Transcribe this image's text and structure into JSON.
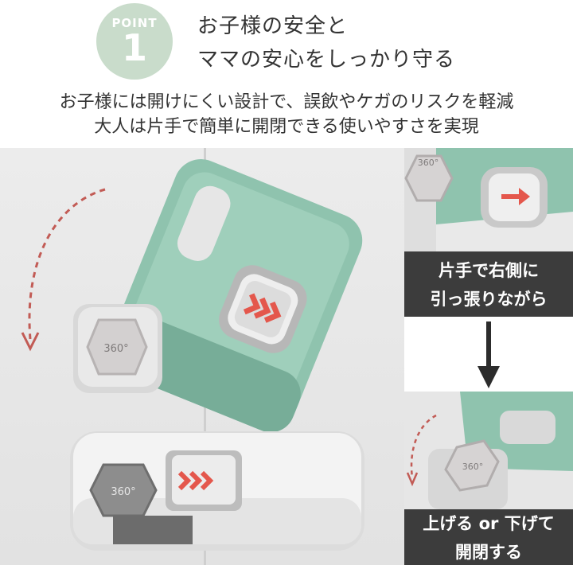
{
  "badge": {
    "word": "POINT",
    "number": "1"
  },
  "headline": {
    "line1": "お子様の安全と",
    "line2": "ママの安心をしっかり守る"
  },
  "subtext": {
    "line1": "お子様には開けにくい設計で、誤飲やケガのリスクを軽減",
    "line2": "大人は片手で簡単に開閉できる使いやすさを実現"
  },
  "product": {
    "knob_label": "360°",
    "colors": {
      "mint": "#8fc3ae",
      "white_body": "#f2f2f2",
      "knob": "#c9c6c6",
      "knob_dark": "#7a7a7a",
      "chevron": "#e4574c"
    }
  },
  "steps": {
    "step1": {
      "line1": "片手で右側に",
      "line2": "引っ張りながら"
    },
    "step2": {
      "line1": "上げる or 下げて",
      "line2": "開閉する"
    }
  },
  "icons": [
    "curved-arrow-icon",
    "down-arrow-icon",
    "right-arrow-icon",
    "chevron-icon"
  ]
}
